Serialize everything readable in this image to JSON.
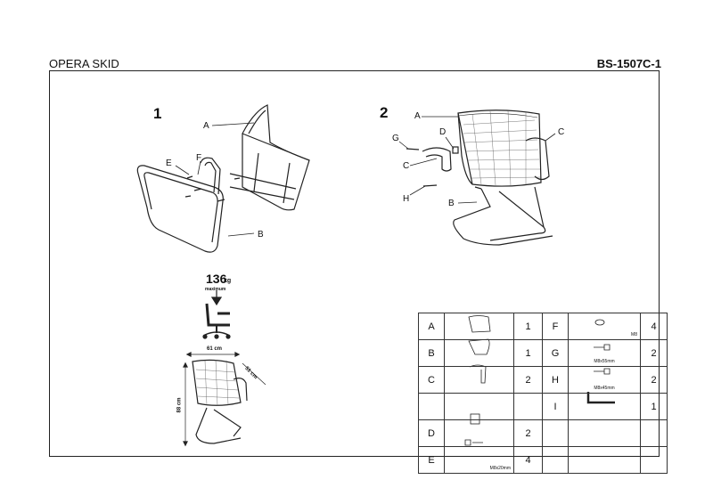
{
  "header": {
    "product_name": "OPERA SKID",
    "product_code": "BS-1507C-1"
  },
  "steps": {
    "step1": "1",
    "step2": "2"
  },
  "callouts_step1": {
    "a": "A",
    "b": "B",
    "e": "E",
    "f": "F"
  },
  "callouts_step2": {
    "a": "A",
    "b": "B",
    "c_right": "C",
    "c_left": "C",
    "d": "D",
    "g": "G",
    "h": "H"
  },
  "capacity": {
    "value": "136",
    "unit": "kg",
    "caption": "maximum"
  },
  "dimensions": {
    "width": "61 cm",
    "depth": "51 cm",
    "height": "88 cm"
  },
  "parts": [
    {
      "letter": "A",
      "qty": "1"
    },
    {
      "letter": "B",
      "qty": "1"
    },
    {
      "letter": "C",
      "qty": "2"
    },
    {
      "letter": "",
      "qty": ""
    },
    {
      "letter": "D",
      "qty": "2"
    },
    {
      "letter": "E",
      "qty": "4",
      "spec": "M8x20mm"
    }
  ],
  "parts_right": [
    {
      "letter": "F",
      "qty": "4",
      "spec": "M8"
    },
    {
      "letter": "G",
      "qty": "2",
      "spec": "M8x55mm"
    },
    {
      "letter": "H",
      "qty": "2",
      "spec": "M8x45mm"
    },
    {
      "letter": "I",
      "qty": "1"
    },
    {
      "letter": "",
      "qty": ""
    },
    {
      "letter": "",
      "qty": ""
    }
  ]
}
